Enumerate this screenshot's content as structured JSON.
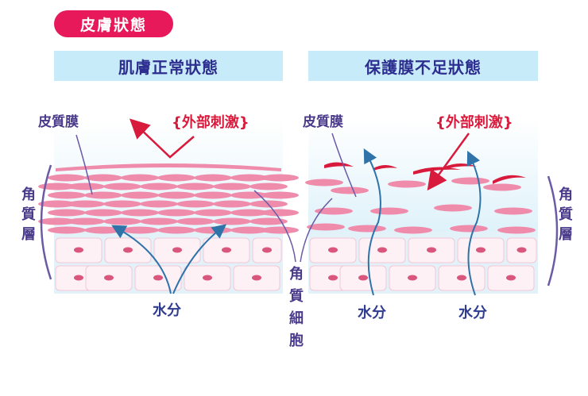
{
  "header": {
    "badge": "皮膚狀態"
  },
  "panels": {
    "left_title": "肌膚正常狀態",
    "right_title": "保護膜不足狀態"
  },
  "labels": {
    "skin_film_left": "皮質膜",
    "skin_film_right": "皮質膜",
    "external_left": "{外部刺激}",
    "external_right": "{外部刺激}",
    "stratum_corneum_left": [
      "角",
      "質",
      "層"
    ],
    "stratum_corneum_right": [
      "角",
      "質",
      "層"
    ],
    "corneocyte": [
      "角",
      "質",
      "細",
      "胞"
    ],
    "water_left": "水分",
    "water_right_1": "水分",
    "water_right_2": "水分"
  },
  "colors": {
    "badge": "#e8195a",
    "title_bg": "#c7ebf8",
    "pink": "#f08cab",
    "red": "#d81b3c",
    "arrow_blue": "#2f73a8",
    "label_purple": "#4a3a8a"
  }
}
